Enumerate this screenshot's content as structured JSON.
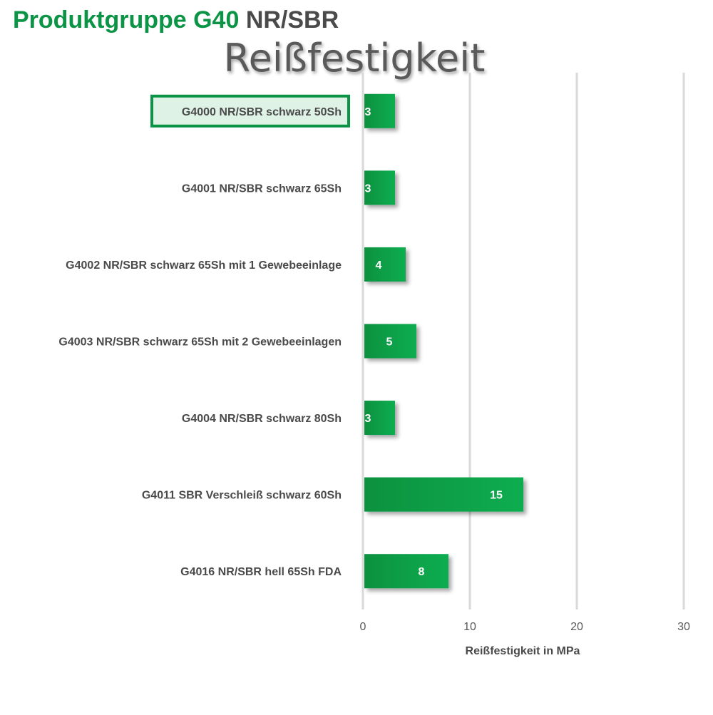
{
  "header": {
    "group_label": "Produktgruppe G40",
    "material_label": "NR/SBR"
  },
  "colors": {
    "accent": "#0c9446",
    "bar": "#0aad50",
    "bar_dark": "#07913f",
    "grid": "#d9d9d9",
    "text": "#4a4a4a",
    "highlight_fill": "#dff2e6"
  },
  "chart_data": {
    "type": "bar",
    "orientation": "horizontal",
    "title": "Reißfestigkeit",
    "xlabel": "Reißfestigkeit in MPa",
    "ylabel": "",
    "xlim": [
      0,
      30
    ],
    "ticks": [
      0,
      10,
      20,
      30
    ],
    "grid": true,
    "legend": "none",
    "highlighted_category": "G4000 NR/SBR schwarz 50Sh",
    "categories": [
      "G4000 NR/SBR schwarz 50Sh",
      "G4001 NR/SBR schwarz 65Sh",
      "G4002 NR/SBR schwarz 65Sh mit 1 Gewebeeinlage",
      "G4003 NR/SBR schwarz 65Sh mit 2 Gewebeeinlagen",
      "G4004 NR/SBR schwarz 80Sh",
      "G4011 SBR Verschleiß schwarz 60Sh",
      "G4016 NR/SBR hell 65Sh FDA"
    ],
    "values": [
      3,
      3,
      4,
      5,
      3,
      15,
      8
    ]
  }
}
